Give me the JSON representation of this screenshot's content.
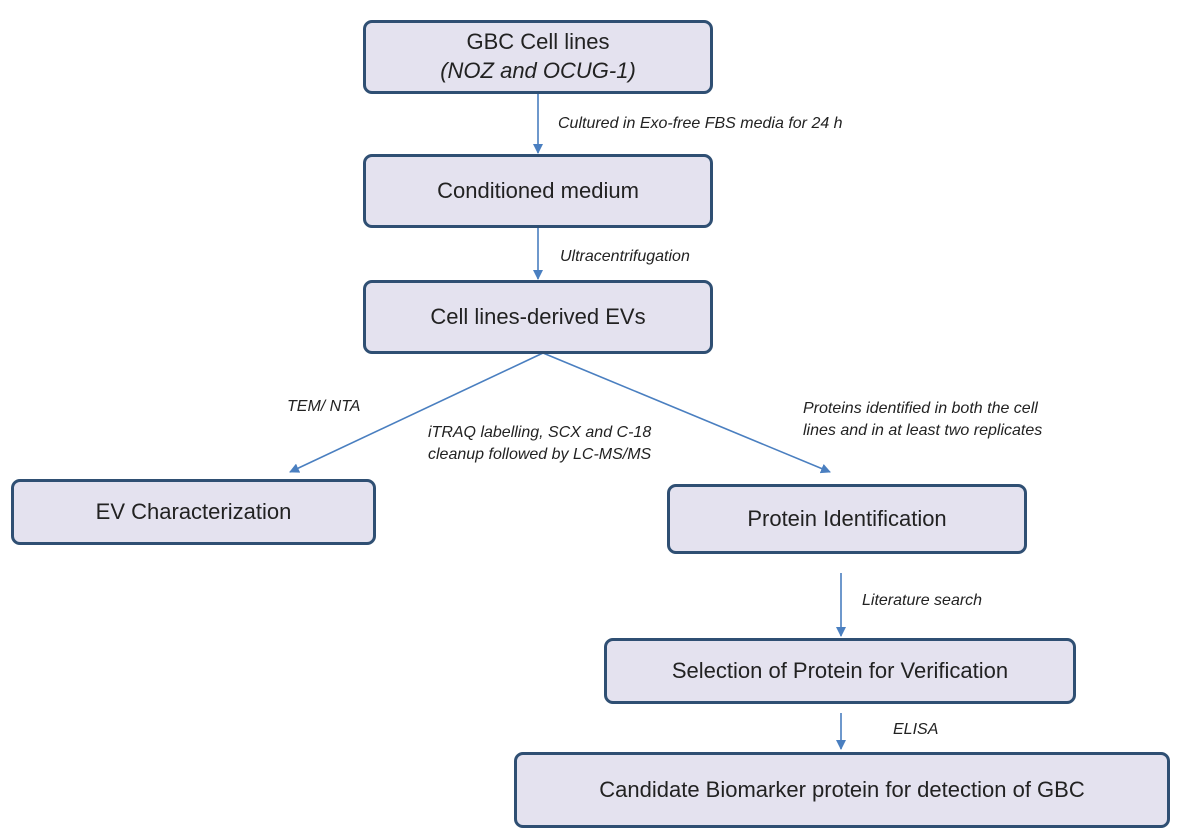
{
  "colors": {
    "box_fill": "#e4e2ef",
    "box_border": "#2f4f73",
    "arrow": "#4a7fc0"
  },
  "boxes": {
    "gbc_cell_lines": {
      "title": "GBC Cell lines",
      "subtitle": "(NOZ and OCUG-1)"
    },
    "conditioned_medium": {
      "title": "Conditioned medium"
    },
    "cell_lines_evs": {
      "title": "Cell lines-derived EVs"
    },
    "ev_characterization": {
      "title": "EV Characterization"
    },
    "protein_identification": {
      "title": "Protein Identification"
    },
    "selection_protein": {
      "title": "Selection of Protein for Verification"
    },
    "candidate_biomarker": {
      "title": "Candidate Biomarker protein for detection of GBC"
    }
  },
  "labels": {
    "cultured": "Cultured in Exo-free FBS media for 24 h",
    "ultracentrifugation": "Ultracentrifugation",
    "tem_nta": "TEM/ NTA",
    "itraq_line1": "iTRAQ labelling, SCX and C-18",
    "itraq_line2": "cleanup followed by LC-MS/MS",
    "proteins_line1": "Proteins identified in both the cell",
    "proteins_line2": "lines and in at least two replicates",
    "literature": "Literature search",
    "elisa": "ELISA"
  }
}
